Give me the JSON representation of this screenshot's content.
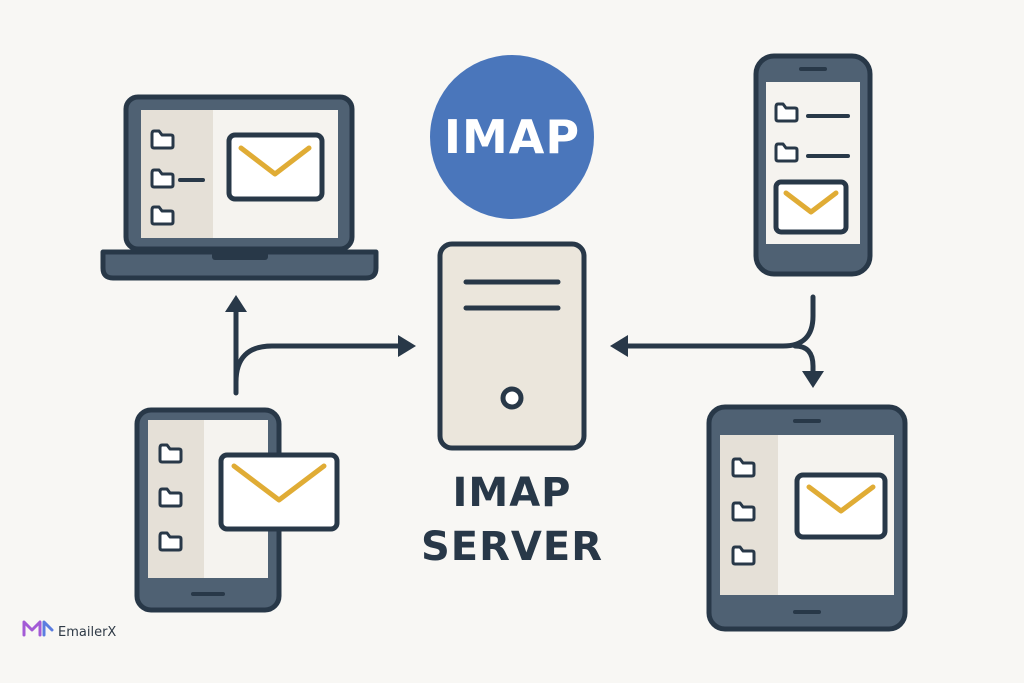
{
  "badge": {
    "label": "IMAP",
    "color": "#4a76bb"
  },
  "server": {
    "label_line1": "IMAP",
    "label_line2": "SERVER",
    "body_color": "#ebe6dc"
  },
  "brand": {
    "name": "EmailerX",
    "logo_color": "#a35bd6"
  },
  "colors": {
    "outline": "#283848",
    "device_frame": "#4f6173",
    "screen": "#f5f3ef",
    "sidebar": "#e5e0d7",
    "envelope_flap": "#e0ac35"
  },
  "icons": {
    "folder": "folder-icon",
    "envelope": "envelope-icon",
    "arrow": "arrow-icon"
  }
}
